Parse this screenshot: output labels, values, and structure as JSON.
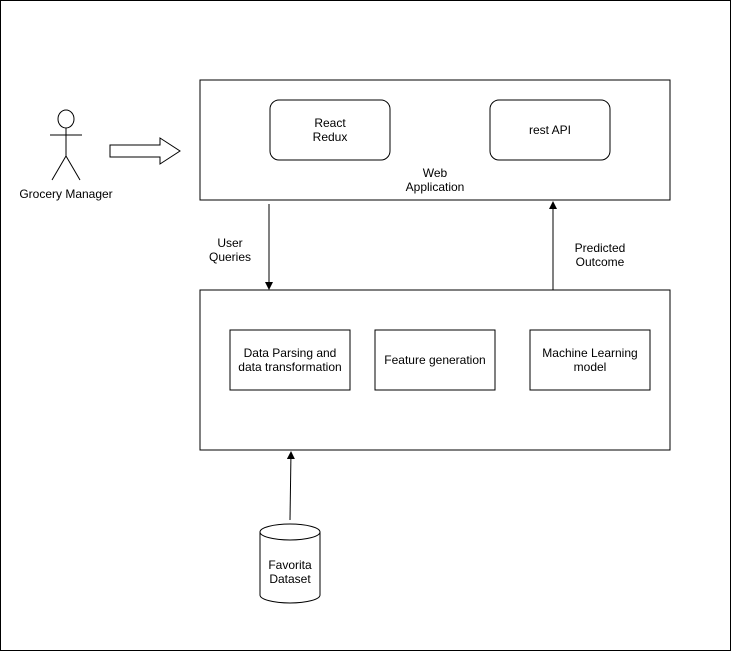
{
  "actor": {
    "label": "Grocery Manager"
  },
  "web_app": {
    "label": "Web\nApplication",
    "components": [
      {
        "id": "react",
        "label": "React\nRedux"
      },
      {
        "id": "rest",
        "label": "rest API"
      }
    ]
  },
  "ml_system": {
    "components": [
      {
        "id": "parsing",
        "label": "Data Parsing and\ndata transformation"
      },
      {
        "id": "features",
        "label": "Feature generation"
      },
      {
        "id": "model",
        "label": "Machine Learning\nmodel"
      }
    ]
  },
  "datastore": {
    "label": "Favorita\nDataset"
  },
  "edges": {
    "queries": "User\nQueries",
    "outcome": "Predicted\nOutcome"
  }
}
